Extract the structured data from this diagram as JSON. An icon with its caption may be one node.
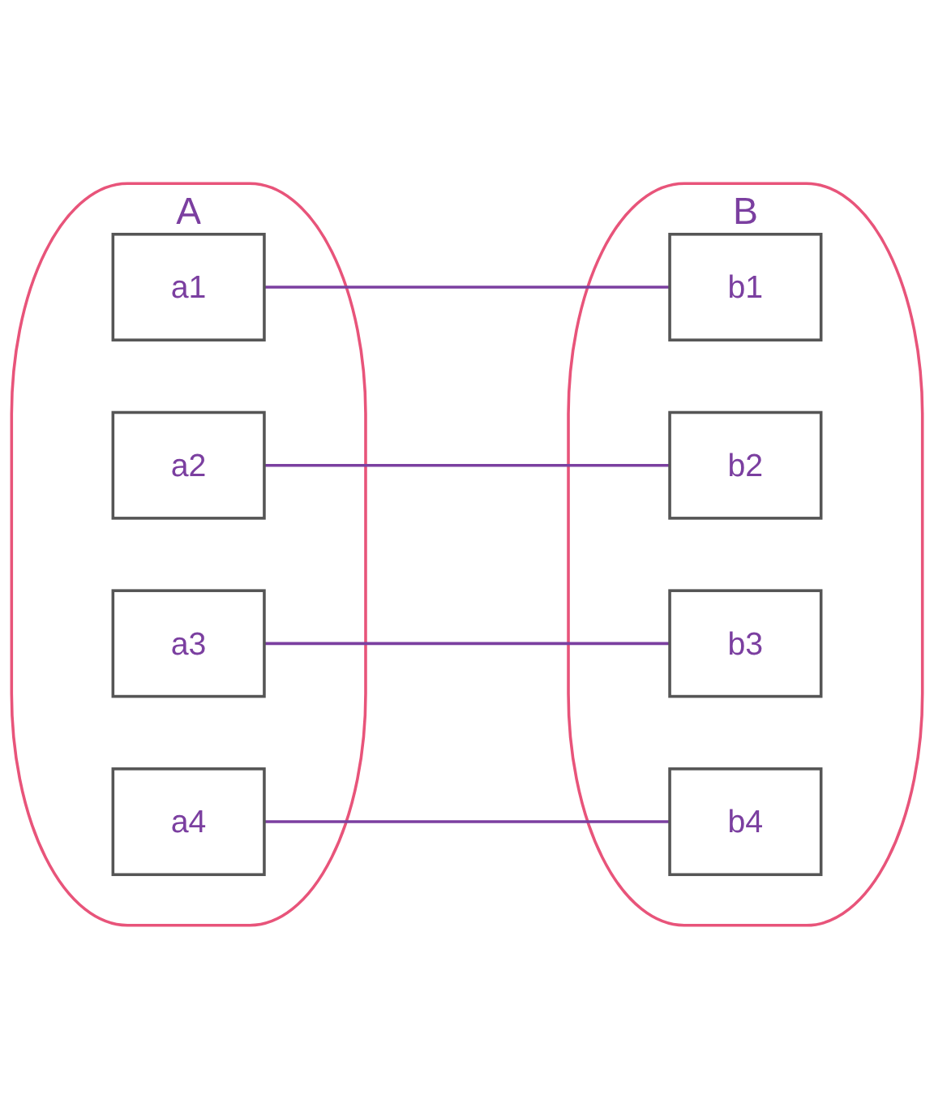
{
  "diagram": {
    "nodes": [
      {
        "text": [
          "A"
        ]
      },
      {
        "text": [
          "a1"
        ],
        "in": 0
      },
      {
        "text": [
          "a2"
        ],
        "in": 0
      },
      {
        "text": [
          "a3"
        ],
        "in": 0
      },
      {
        "text": [
          "a4"
        ],
        "in": 0
      },
      {
        "text": [
          "B"
        ]
      },
      {
        "text": [
          "b1"
        ],
        "in": 5
      },
      {
        "text": [
          "b2"
        ],
        "in": 5
      },
      {
        "text": [
          "b3"
        ],
        "in": 5
      },
      {
        "text": [
          "b4"
        ],
        "in": 5
      }
    ],
    "edges": [
      {
        "from": 1,
        "to": 6,
        "arrow": "none"
      },
      {
        "from": 2,
        "to": 7,
        "arrow": "none"
      },
      {
        "from": 3,
        "to": 8,
        "arrow": "none"
      },
      {
        "from": 4,
        "to": 9,
        "arrow": "none"
      }
    ]
  }
}
